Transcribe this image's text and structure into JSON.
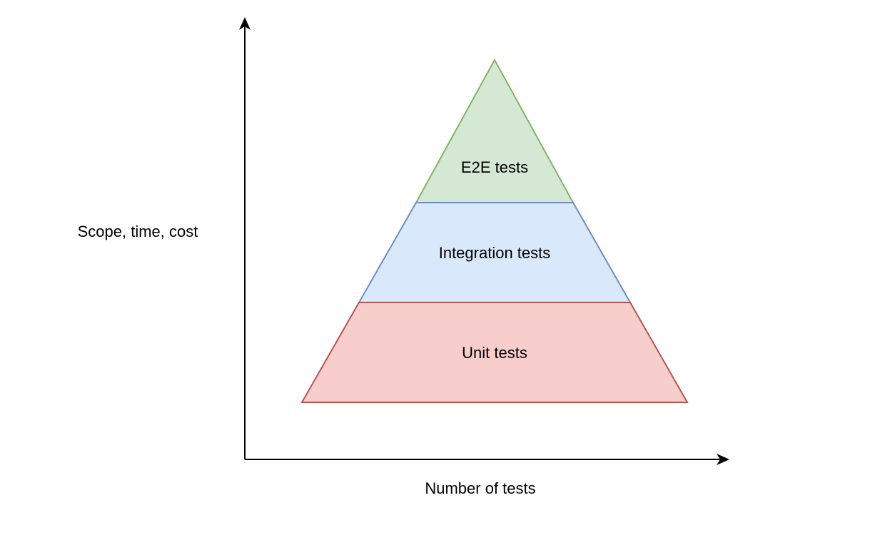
{
  "axes": {
    "y_label": "Scope, time, cost",
    "x_label": "Number of tests",
    "color": "#000000"
  },
  "pyramid": {
    "layers": [
      {
        "label": "E2E tests",
        "fill": "#d5e8d4",
        "stroke": "#82b366"
      },
      {
        "label": "Integration tests",
        "fill": "#dae8fc",
        "stroke": "#6c8ebf"
      },
      {
        "label": "Unit tests",
        "fill": "#f8cecc",
        "stroke": "#b85450"
      }
    ]
  }
}
